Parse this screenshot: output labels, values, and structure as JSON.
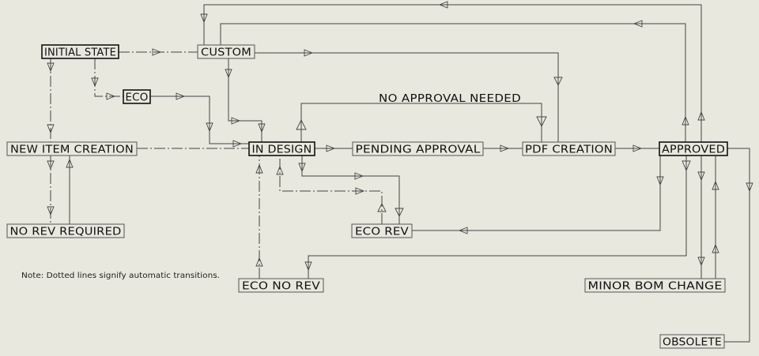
{
  "states": {
    "initial_state": "INITIAL STATE",
    "custom": "CUSTOM",
    "eco": "ECO",
    "new_item_creation": "NEW ITEM CREATION",
    "in_design": "IN DESIGN",
    "pending_approval": "PENDING APPROVAL",
    "pdf_creation": "PDF CREATION",
    "approved": "APPROVED",
    "no_rev_required": "NO REV REQUIRED",
    "eco_rev": "ECO REV",
    "eco_no_rev": "ECO NO REV",
    "minor_bom_change": "MINOR BOM CHANGE",
    "obsolete": "OBSOLETE"
  },
  "labels": {
    "no_approval_needed": "NO APPROVAL NEEDED"
  },
  "note": "Note: Dotted lines signify automatic transitions."
}
